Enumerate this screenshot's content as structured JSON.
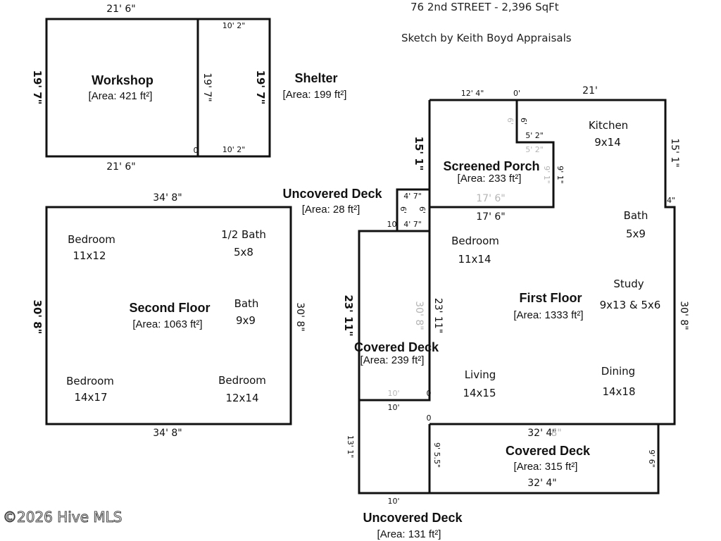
{
  "header": {
    "address": "76 2nd STREET - 2,396 SqFt",
    "credit": "Sketch by Keith Boyd Appraisals"
  },
  "copyright": "©2026 Hive MLS",
  "rooms": {
    "workshop": {
      "title": "Workshop",
      "area": "[Area: 421 ft²]"
    },
    "shelter": {
      "title": "Shelter",
      "area": "[Area: 199 ft²]"
    },
    "second_floor": {
      "title": "Second Floor",
      "area": "[Area: 1063 ft²]",
      "bedroom_a": "Bedroom",
      "bedroom_a_size": "11x12",
      "half_bath": "1/2 Bath",
      "half_bath_size": "5x8",
      "bath": "Bath",
      "bath_size": "9x9",
      "bedroom_b": "Bedroom",
      "bedroom_b_size": "14x17",
      "bedroom_c": "Bedroom",
      "bedroom_c_size": "12x14"
    },
    "screened_porch": {
      "title": "Screened Porch",
      "area": "[Area: 233 ft²]"
    },
    "uncovered_deck_top": {
      "title": "Uncovered Deck",
      "area": "[Area: 28 ft²]"
    },
    "first_floor": {
      "title": "First Floor",
      "area": "[Area: 1333 ft²]",
      "kitchen": "Kitchen",
      "kitchen_size": "9x14",
      "bath": "Bath",
      "bath_size": "5x9",
      "bedroom": "Bedroom",
      "bedroom_size": "11x14",
      "study": "Study",
      "study_size": "9x13 & 5x6",
      "living": "Living",
      "living_size": "14x15",
      "dining": "Dining",
      "dining_size": "14x18"
    },
    "covered_deck_left": {
      "title": "Covered Deck",
      "area": "[Area: 239 ft²]"
    },
    "covered_deck_bottom": {
      "title": "Covered Deck",
      "area": "[Area: 315 ft²]"
    },
    "uncovered_deck_bottom": {
      "title": "Uncovered Deck",
      "area": "[Area: 131 ft²]"
    }
  },
  "dims": {
    "ws_top": "21' 6\"",
    "ws_bottom": "21' 6\"",
    "ws_left": "19' 7\"",
    "ws_inner": "19' 7\"",
    "sh_top": "10' 2\"",
    "sh_bottom": "10' 2\"",
    "sh_right": "19' 7\"",
    "ws_zero": "0",
    "sf_top": "34' 8\"",
    "sf_bottom": "34' 8\"",
    "sf_left": "30' 8\"",
    "sf_right": "30' 8\"",
    "ff_top_left": "12' 4\"",
    "ff_top_zero": "0'",
    "ff_top_right": "21'",
    "ff_notch_6": "6'",
    "ff_notch_ghost_6": "6'",
    "ff_notch_52": "5' 2\"",
    "ff_notch_ghost_52": "5' 2\"",
    "ff_right_top": "15' 1\"",
    "ff_right_4": "4\"",
    "ff_right_main": "30' 8\"",
    "sp_left": "15' 1\"",
    "sp_right": "9' 1\"",
    "sp_right_ghost": "9' 1\"",
    "sp_bottom_ghost": "17' 6\"",
    "sp_bottom": "17' 6\"",
    "ud_top": "4' 7\"",
    "ud_bottom": "4' 7\"",
    "ud_left": "6'",
    "ud_right": "6'",
    "ud_left_10": "10'",
    "cd_left": "23' 11\"",
    "cd_ghost": "30' 8\"",
    "cd_inner": "23' 11\"",
    "cd_10_ghost": "10'",
    "cd_10": "10'",
    "cd_zero": "0",
    "cdb_top": "32' 4\"",
    "cdb_top_ghost": "8\"",
    "cdb_bottom": "32' 4\"",
    "cdb_right": "9' 6\"",
    "cdb_left": "9' 5.5\"",
    "cdb_zero": "0",
    "udb_left": "13' 1\"",
    "udb_bottom": "10'"
  }
}
